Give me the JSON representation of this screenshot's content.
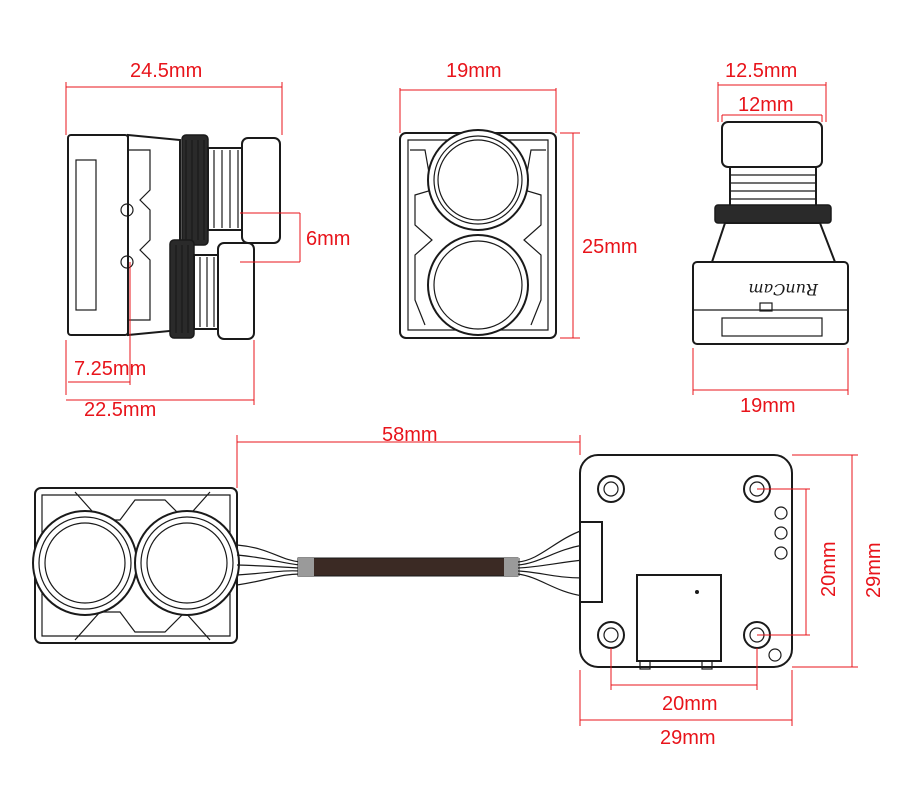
{
  "dimensions": {
    "side_width_top": "24.5mm",
    "side_lens_offset": "6mm",
    "side_offset_small": "7.25mm",
    "side_width_bottom": "22.5mm",
    "front_width": "19mm",
    "front_height": "25mm",
    "top_lens_outer": "12.5mm",
    "top_lens_inner": "12mm",
    "top_body_width": "19mm",
    "cable_length": "58mm",
    "board_hole_vertical": "20mm",
    "board_height": "29mm",
    "board_hole_horizontal": "20mm",
    "board_width": "29mm"
  },
  "brand_logo": "RunCam",
  "colors": {
    "dimension": "#e8141b",
    "outline": "#1a1a1a"
  }
}
